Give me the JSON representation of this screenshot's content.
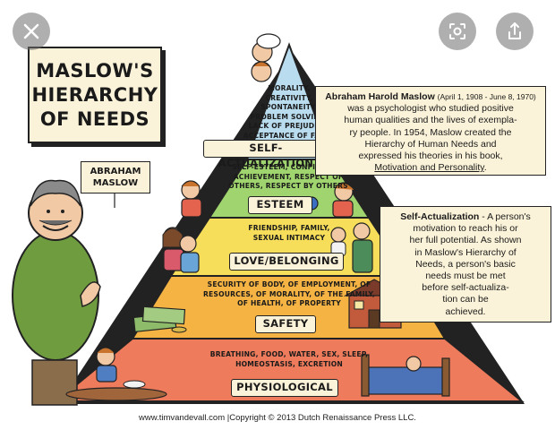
{
  "title": {
    "line1": "MASLOW'S",
    "line2": "HIERARCHY",
    "line3": "OF NEEDS"
  },
  "portrait_label": {
    "line1": "ABRAHAM",
    "line2": "MASLOW"
  },
  "levels": [
    {
      "key": "self-actualization",
      "color": "#b9dcef",
      "label": "SELF-ACTUALIZATION",
      "text_lines": [
        "MORALITY,",
        "CREATIVITY,",
        "SPONTANEITY,",
        "PROBLEM SOLVING,",
        "LACK OF PREJUDICE,",
        "ACCEPTANCE OF FACTS"
      ]
    },
    {
      "key": "esteem",
      "color": "#9fd46e",
      "label": "ESTEEM",
      "text_lines": [
        "SELF-ESTEEM, CONFIDENCE,",
        "ACHIEVEMENT, RESPECT OF",
        "OTHERS, RESPECT BY OTHERS"
      ]
    },
    {
      "key": "love-belonging",
      "color": "#f6de5a",
      "label": "LOVE/BELONGING",
      "text_lines": [
        "FRIENDSHIP, FAMILY,",
        "SEXUAL INTIMACY"
      ]
    },
    {
      "key": "safety",
      "color": "#f5b343",
      "label": "SAFETY",
      "text_lines": [
        "SECURITY OF BODY, OF EMPLOYMENT, OF",
        "RESOURCES, OF MORALITY, OF THE FAMILY,",
        "OF HEALTH, OF PROPERTY"
      ]
    },
    {
      "key": "physiological",
      "color": "#ee7b5b",
      "label": "PHYSIOLOGICAL",
      "text_lines": [
        "BREATHING, FOOD, WATER, SEX, SLEEP,",
        "HOMEOSTASIS, EXCRETION"
      ]
    }
  ],
  "bio_box": {
    "name": "Abraham Harold Maslow",
    "dates": "(April 1, 1908 - June 8, 1970)",
    "lines": [
      "was a psychologist who studied positive",
      "human qualities and the lives of exempla-",
      "ry people. In 1954, Maslow created the",
      "Hierarchy of Human Needs and",
      "expressed his theories in his book,"
    ],
    "book": "Motivation and Personality",
    "book_suffix": "."
  },
  "definition_box": {
    "term": "Self-Actualization",
    "lines_first": " - A person's",
    "lines": [
      "motivation to reach his or",
      "her full potential. As shown",
      "in Maslow's Hierarchy of",
      "Needs, a person's basic",
      "needs must be met",
      "before self-actualiza-",
      "tion can be",
      "achieved."
    ]
  },
  "footer": "www.timvandevall.com |Copyright © 2013 Dutch Renaissance Press LLC.",
  "overlay": {
    "close_icon": "close-icon",
    "lens_icon": "lens-icon",
    "share_icon": "share-icon"
  }
}
